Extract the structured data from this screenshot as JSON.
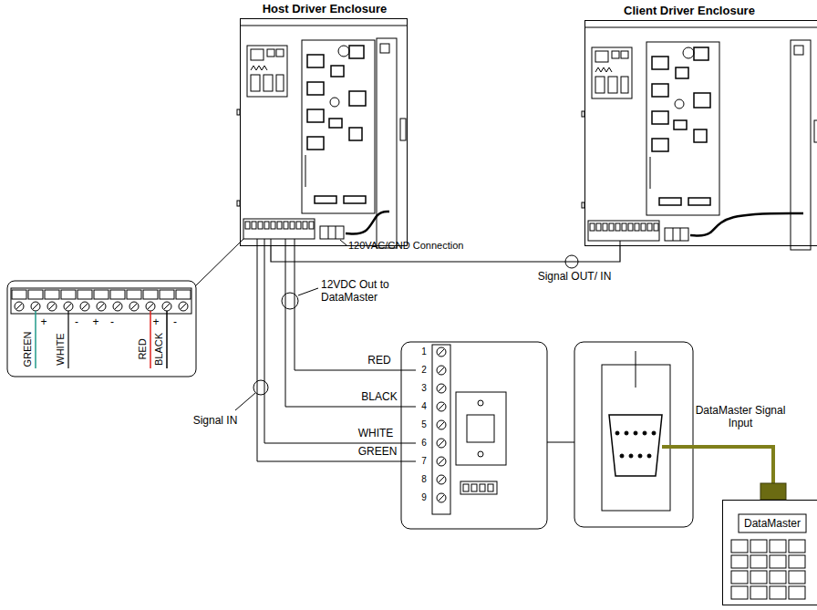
{
  "diagram": {
    "nodes": [
      {
        "text": [
          "Host Driver Enclosure"
        ]
      },
      {
        "text": [
          "Client Driver Enclosure"
        ]
      },
      {
        "text": [
          "DataMaster"
        ]
      }
    ],
    "edges": [
      {
        "from": 0,
        "to": 1,
        "arrow": "none",
        "label": "Signal OUT/ IN"
      }
    ],
    "labels": [
      "120VAC/GND Connection",
      "12VDC Out to DataMaster",
      "Signal IN",
      "RED",
      "BLACK",
      "WHITE",
      "GREEN",
      "GREEN",
      "WHITE",
      "RED",
      "BLACK",
      "+",
      "-",
      "+",
      "-",
      "+",
      "-",
      "1",
      "2",
      "3",
      "4",
      "5",
      "6",
      "7",
      "8",
      "9",
      "DataMaster Signal Input"
    ]
  }
}
